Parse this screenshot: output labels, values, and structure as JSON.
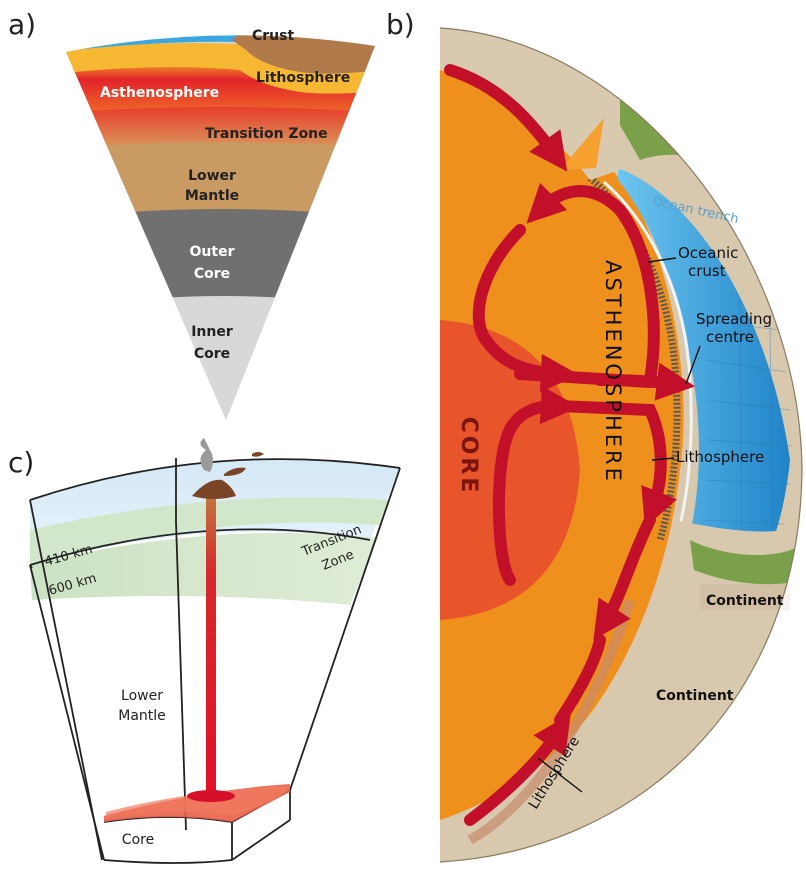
{
  "panel_a": {
    "tag": "a)",
    "labels": {
      "crust": "Crust",
      "lithosphere": "Lithosphere",
      "asthenosphere": "Asthenosphere",
      "transition_zone": "Transition Zone",
      "lower_mantle_1": "Lower",
      "lower_mantle_2": "Mantle",
      "outer_core_1": "Outer",
      "outer_core_2": "Core",
      "inner_core_1": "Inner",
      "inner_core_2": "Core"
    }
  },
  "panel_b": {
    "tag": "b)",
    "labels": {
      "core": "CORE",
      "asthenosphere": "ASTHENOSPHERE",
      "ocean_trench": "Ocean trench",
      "oceanic_crust_1": "Oceanic",
      "oceanic_crust_2": "crust",
      "spreading_centre_1": "Spreading",
      "spreading_centre_2": "centre",
      "lithosphere_right": "Lithosphere",
      "continent_1": "Continent",
      "continent_2": "Continent",
      "lithosphere_bottom": "Lithosphere"
    }
  },
  "panel_c": {
    "tag": "c)",
    "labels": {
      "depth_410": "410 km",
      "depth_600": "600 km",
      "transition_zone_1": "Transition",
      "transition_zone_2": "Zone",
      "lower_mantle_1": "Lower",
      "lower_mantle_2": "Mantle",
      "core": "Core"
    }
  },
  "colors": {
    "mantle_orange": "#f0901c",
    "arrow_red": "#c3102a",
    "ocean_blue": "#3aa0dc",
    "core_orange_red": "#e8552a",
    "land_beige": "#d9c9ae",
    "crust_brown": "#b07a4a",
    "lithosphere_yellow": "#f6b733",
    "transition_red": "#e3322a",
    "lower_mantle_tan": "#c99a62",
    "outer_core_gray": "#6f6f6f",
    "inner_core_gray": "#d6d6d6"
  }
}
